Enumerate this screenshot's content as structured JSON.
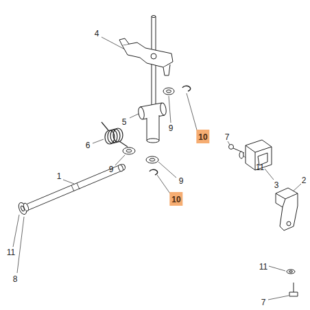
{
  "diagram": {
    "nodes": [
      {
        "text": [
          "10"
        ]
      },
      {
        "text": [
          "10"
        ]
      }
    ],
    "labels": [
      "4",
      "9",
      "5",
      "7",
      "11",
      "3",
      "2",
      "6",
      "9",
      "1",
      "9",
      "11",
      "7",
      "11",
      "8"
    ]
  }
}
